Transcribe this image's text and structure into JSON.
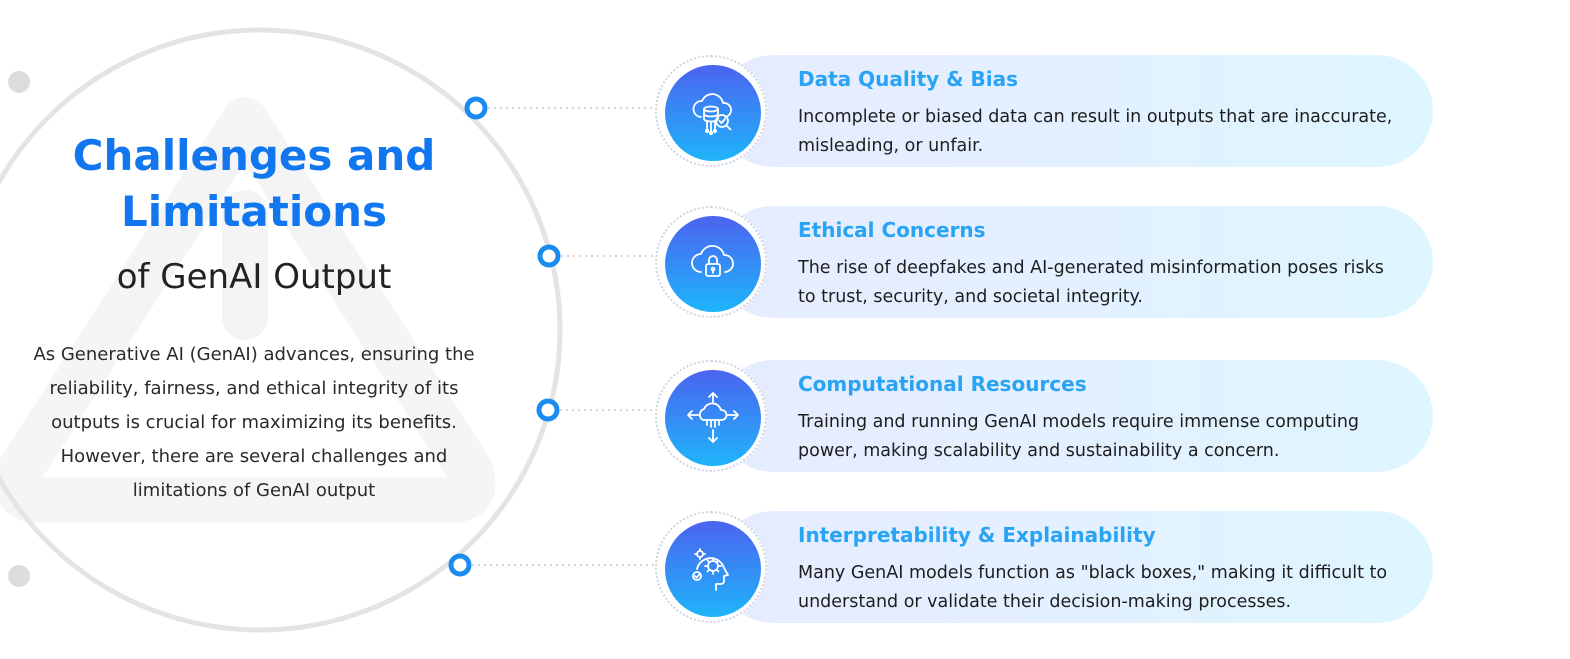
{
  "heading": {
    "title_line1": "Challenges and",
    "title_line2": "Limitations",
    "subtitle": "of GenAI Output"
  },
  "description": "As Generative AI (GenAI) advances, ensuring the reliability, fairness, and ethical integrity of its outputs is crucial for maximizing its benefits. However, there are several challenges and limitations of GenAI output",
  "colors": {
    "title_blue": "#1277ee",
    "card_title_blue": "#29a3f3",
    "badge_gradient_start": "#4b63ef",
    "badge_gradient_end": "#1fb5fb",
    "connector_dot": "#1a8cf0"
  },
  "items": [
    {
      "icon": "cloud-database-check-icon",
      "title": "Data Quality & Bias",
      "text": "Incomplete or biased data can result in outputs that are inaccurate, misleading, or unfair."
    },
    {
      "icon": "cloud-lock-icon",
      "title": "Ethical Concerns",
      "text": "The rise of deepfakes and AI-generated misinformation poses risks to trust, security, and societal integrity."
    },
    {
      "icon": "cloud-network-arrows-icon",
      "title": "Computational Resources",
      "text": "Training and running GenAI models require immense computing power, making scalability and sustainability a concern."
    },
    {
      "icon": "head-gears-icon",
      "title": "Interpretability & Explainability",
      "text": "Many GenAI models function as \"black boxes,\" making it difficult to understand or validate their decision-making processes."
    }
  ]
}
